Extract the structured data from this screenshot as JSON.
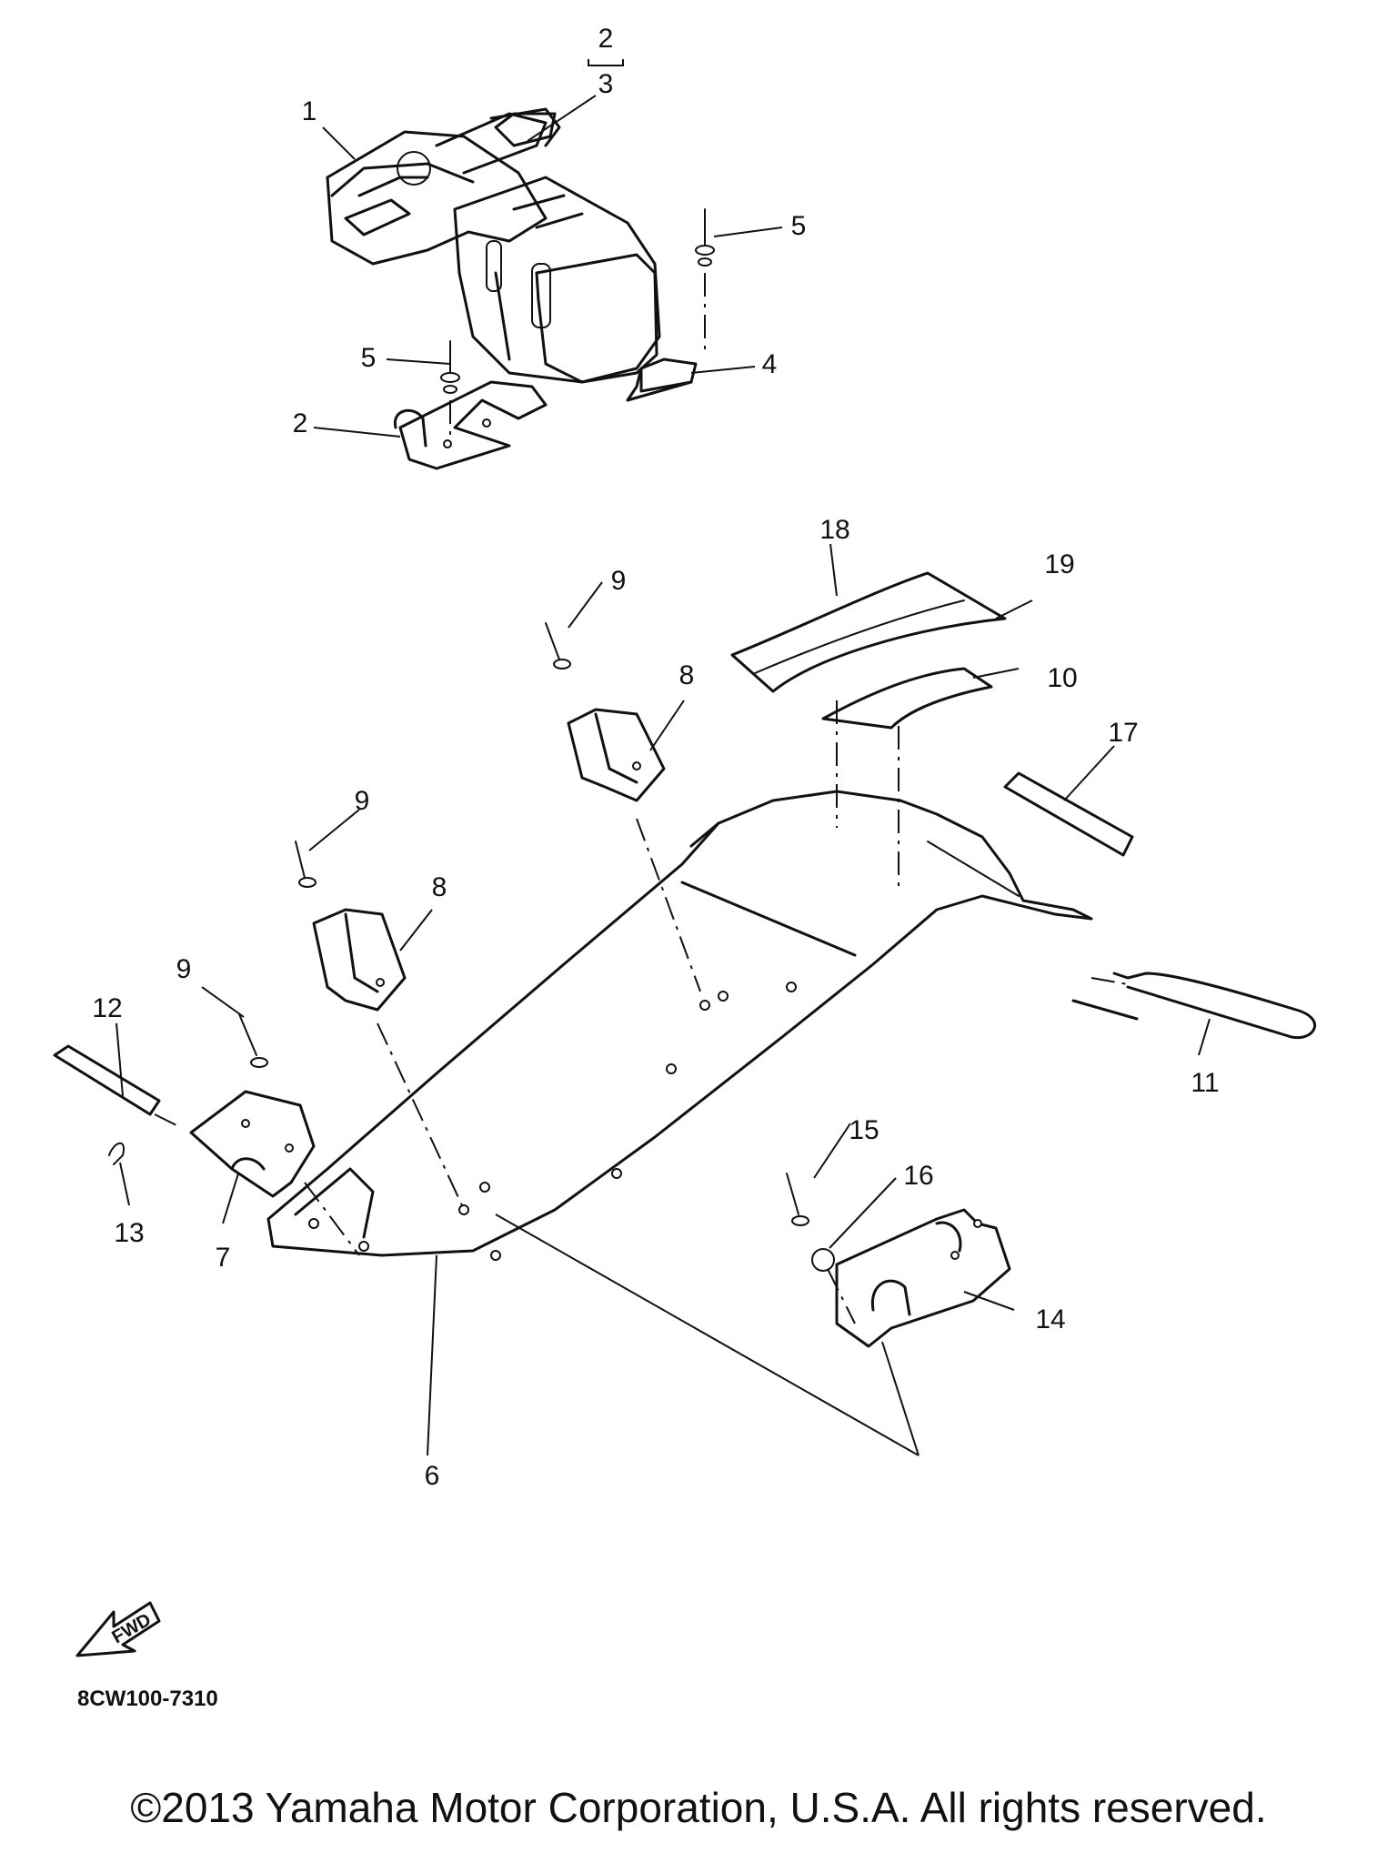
{
  "callouts": {
    "c1": "1",
    "c2a": "2",
    "c3": "3",
    "c2b": "2",
    "c4": "4",
    "c5a": "5",
    "c5b": "5",
    "c6": "6",
    "c7": "7",
    "c8a": "8",
    "c8b": "8",
    "c9a": "9",
    "c9b": "9",
    "c9c": "9",
    "c10": "10",
    "c11": "11",
    "c12": "12",
    "c13": "13",
    "c14": "14",
    "c15": "15",
    "c16": "16",
    "c17": "17",
    "c18": "18",
    "c19": "19"
  },
  "fwd_label": "FWD",
  "diagram_code": "8CW100-7310",
  "copyright": "©2013 Yamaha Motor Corporation, U.S.A. All rights reserved."
}
